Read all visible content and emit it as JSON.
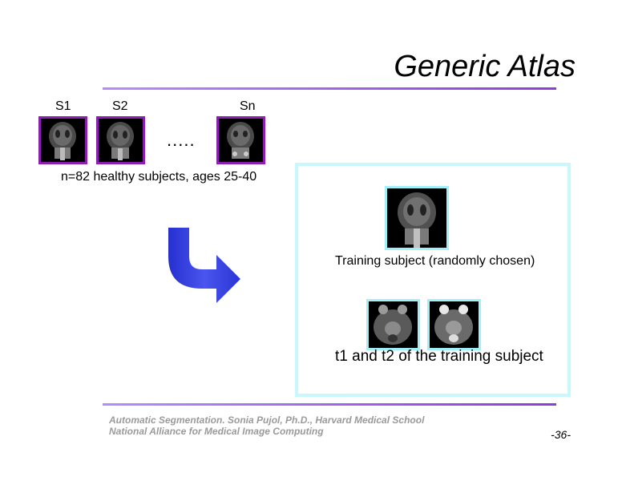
{
  "slide": {
    "title": "Generic Atlas",
    "page_number": "-36-"
  },
  "subjects": {
    "labels": [
      "S1",
      "S2",
      "Sn"
    ],
    "ellipsis": ".....",
    "caption": "n=82 healthy subjects, ages 25-40"
  },
  "panel": {
    "training_caption": "Training subject (randomly chosen)",
    "t1t2_caption": "t1 and t2 of the training subject"
  },
  "footer": {
    "line1": "Automatic Segmentation. Sonia Pujol, Ph.D., Harvard Medical School",
    "line2": "National Alliance for Medical Image Computing"
  },
  "colors": {
    "rule": "#9b6fd8",
    "thumb_border": "#8b1fb0",
    "panel_border": "#c8f8fb",
    "arrow": "#3340dd",
    "footer_text": "#9a9a9a"
  },
  "icons": {
    "arrow": "curved-down-right-arrow-icon"
  }
}
